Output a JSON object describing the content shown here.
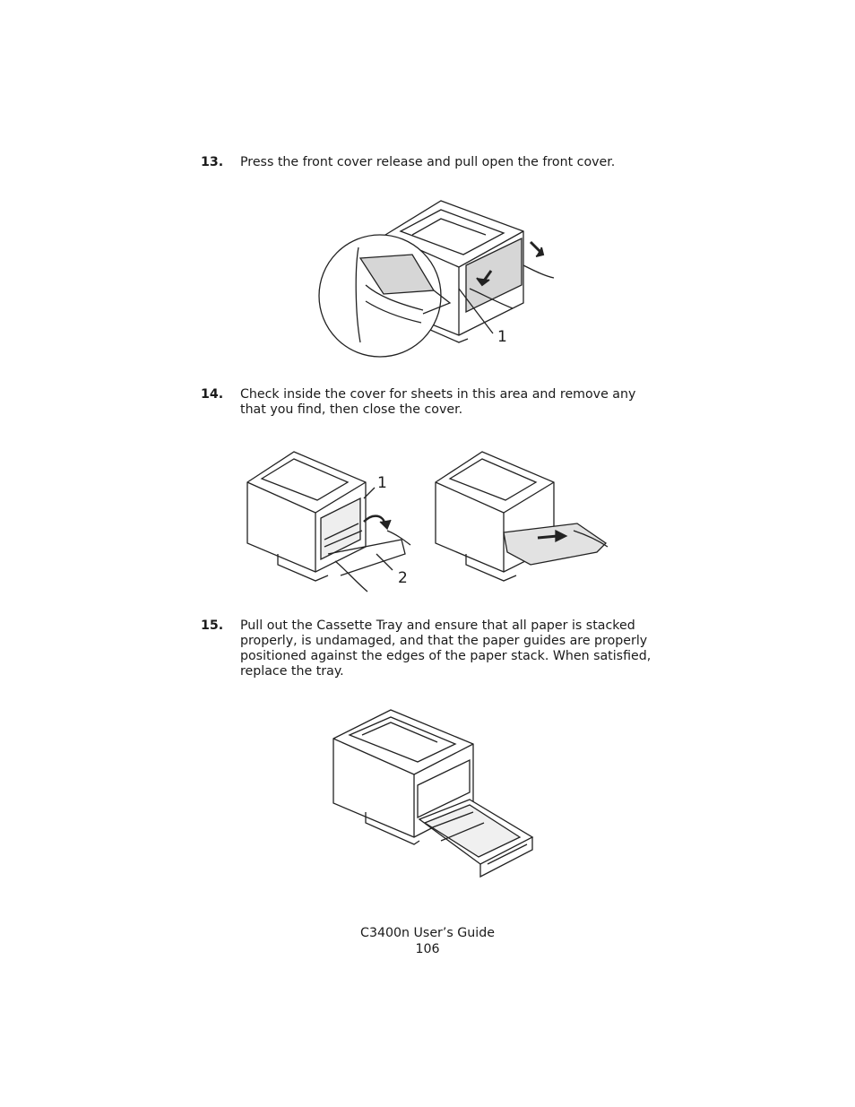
{
  "steps": [
    {
      "number": "13.",
      "text": "Press the front cover release and pull open the front cover."
    },
    {
      "number": "14.",
      "text": "Check inside the cover for sheets in this area and remove any that you find, then close the cover."
    },
    {
      "number": "15.",
      "text": "Pull out the Cassette Tray and ensure that all paper is stacked properly, is undamaged, and that the paper guides are properly positioned against the edges of the paper stack. When satisfied, replace the tray."
    }
  ],
  "figures": {
    "fig1": {
      "callouts": [
        "1"
      ]
    },
    "fig2": {
      "callouts": [
        "1",
        "2"
      ]
    }
  },
  "footer": {
    "title": "C3400n User’s Guide",
    "page": "106"
  }
}
